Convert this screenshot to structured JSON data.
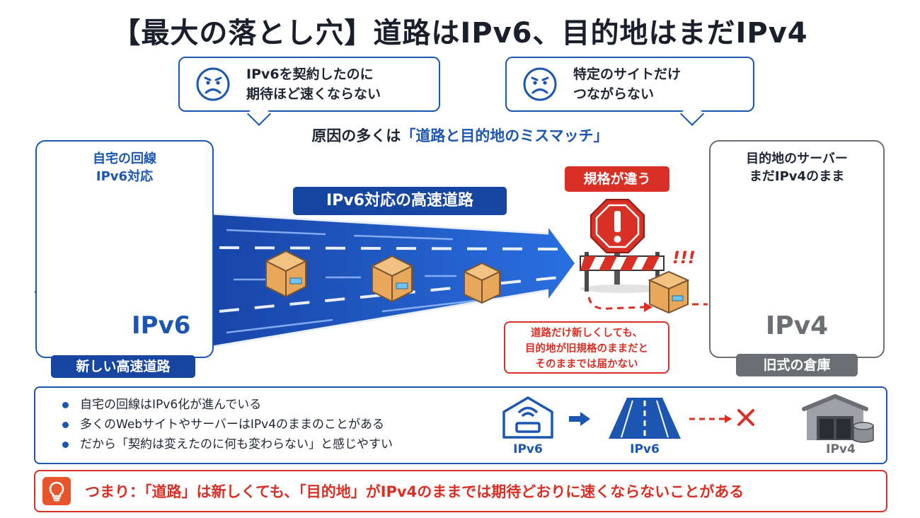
{
  "title": "【最大の落とし穴】道路はIPv6、目的地はまだIPv4",
  "bubbles": [
    {
      "line1": "IPv6を契約したのに",
      "line2": "期待ほど速くならない",
      "face": "sad-face-icon"
    },
    {
      "line1": "特定のサイトだけ",
      "line2": "つながらない",
      "face": "sad-face-icon"
    }
  ],
  "cause": {
    "prefix": "原因の多くは",
    "highlight": "「道路と目的地のミスマッチ」"
  },
  "home": {
    "label1": "自宅の回線",
    "label2": "IPv6対応",
    "protocol": "IPv6",
    "tag": "新しい高速道路"
  },
  "road": {
    "label": "IPv6対応の高速道路"
  },
  "warning": {
    "label": "規格が違う",
    "marks": "!!!",
    "note1": "道路だけ新しくしても、",
    "note2": "目的地が旧規格のままだと",
    "note3": "そのままでは届かない"
  },
  "destination": {
    "label1": "目的地のサーバー",
    "label2": "まだIPv4のまま",
    "protocol": "IPv4",
    "tag": "旧式の倉庫"
  },
  "bullets": [
    "自宅の回線はIPv6化が進んでいる",
    "多くのWebサイトやサーバーはIPv4のままのことがある",
    "だから「契約は変えたのに何も変わらない」と感じやすい"
  ],
  "flow": {
    "home": "IPv6",
    "road": "IPv6",
    "warehouse": "IPv4"
  },
  "summary": {
    "text": "つまり：「道路」は新しくても、「目的地」がIPv4のままでは期待どおりに速くならないことがある",
    "icon": "lightbulb-icon"
  },
  "colors": {
    "blue": "#1c56b0",
    "navy": "#1746a2",
    "red": "#d93025",
    "gray": "#6b6e73"
  }
}
